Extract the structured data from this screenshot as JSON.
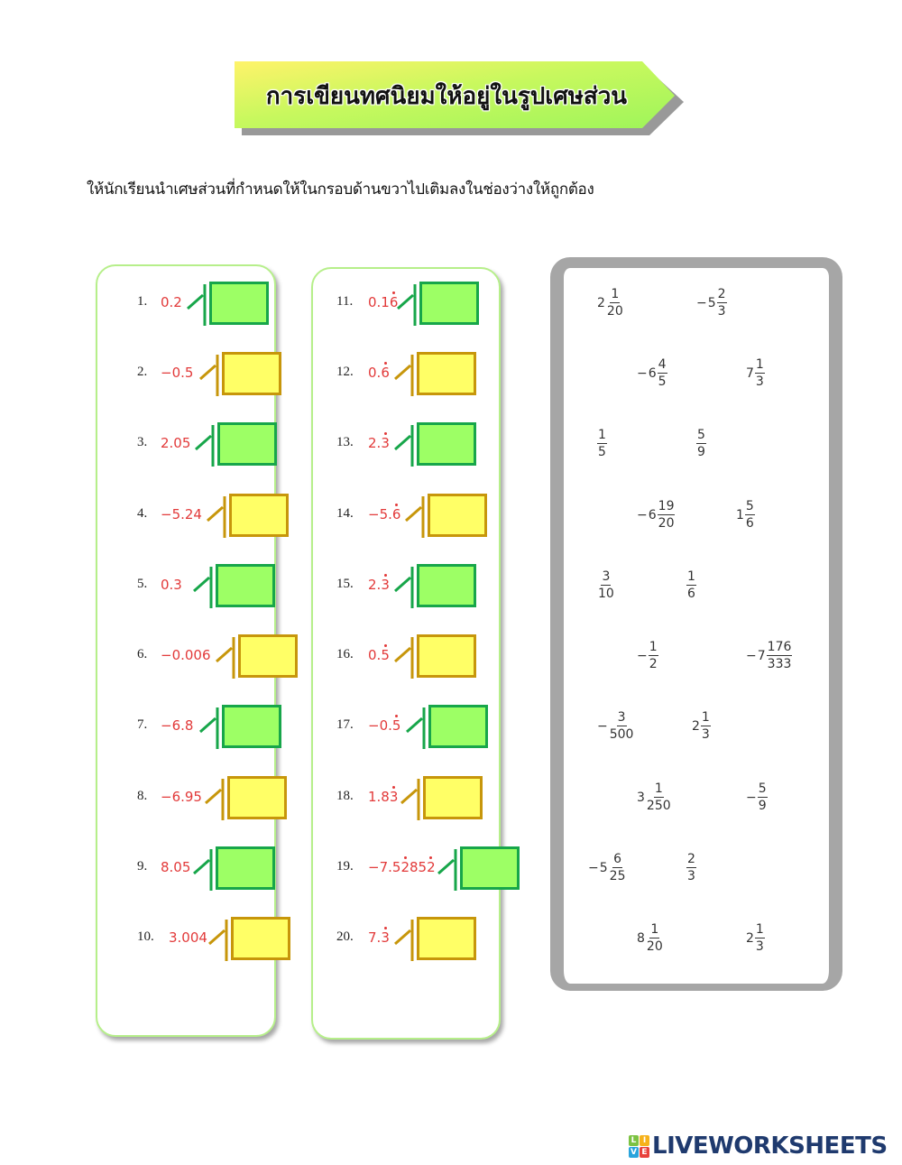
{
  "header": {
    "title": "การเขียนทศนิยมให้อยู่ในรูปเศษส่วน",
    "banner_colors": {
      "left": "#fff36a",
      "right": "#9ef55a"
    }
  },
  "instructions": "ให้นักเรียนนำเศษส่วนที่กำหนดให้ในกรอบด้านขวาไปเติมลงในช่องว่างให้ถูกต้อง",
  "colors": {
    "decimal_text": "#e23a3a",
    "green_box_fill": "#9dff65",
    "green_box_border": "#17a64a",
    "yellow_box_fill": "#ffff66",
    "yellow_box_border": "#c7960b",
    "answer_panel_border": "#a6a6a6",
    "column_panel_border": "#b6ef8a"
  },
  "questions": [
    {
      "num": "1.",
      "value": "0.2",
      "parts": [
        "0.2"
      ],
      "box": "green"
    },
    {
      "num": "2.",
      "value": "−0.5",
      "parts": [
        "−0.5"
      ],
      "box": "yellow"
    },
    {
      "num": "3.",
      "value": "2.05",
      "parts": [
        "2.05"
      ],
      "box": "green"
    },
    {
      "num": "4.",
      "value": "−5.24",
      "parts": [
        "−5.24"
      ],
      "box": "yellow"
    },
    {
      "num": "5.",
      "value": "0.3",
      "parts": [
        "0.3"
      ],
      "box": "green"
    },
    {
      "num": "6.",
      "value": "−0.006",
      "parts": [
        "−0.006"
      ],
      "box": "yellow"
    },
    {
      "num": "7.",
      "value": "−6.8",
      "parts": [
        "−6.8"
      ],
      "box": "green"
    },
    {
      "num": "8.",
      "value": "−6.95",
      "parts": [
        "−6.95"
      ],
      "box": "yellow"
    },
    {
      "num": "9.",
      "value": "8.05",
      "parts": [
        "8.05"
      ],
      "box": "green"
    },
    {
      "num": "10.",
      "value": "3.004",
      "parts": [
        "3.004"
      ],
      "box": "yellow"
    },
    {
      "num": "11.",
      "value": "0.16̇",
      "pre": "0.1",
      "rep": "6",
      "post": "",
      "box": "green"
    },
    {
      "num": "12.",
      "value": "0.6̇",
      "pre": "0.",
      "rep": "6",
      "post": "",
      "box": "yellow"
    },
    {
      "num": "13.",
      "value": "2.3̇",
      "pre": "2.",
      "rep": "3",
      "post": "",
      "box": "green"
    },
    {
      "num": "14.",
      "value": "−5.6̇",
      "pre": "−5.",
      "rep": "6",
      "post": "",
      "box": "yellow"
    },
    {
      "num": "15.",
      "value": "2.3̇",
      "pre": "2.",
      "rep": "3",
      "post": "",
      "box": "green"
    },
    {
      "num": "16.",
      "value": "0.5̇",
      "pre": "0.",
      "rep": "5",
      "post": "",
      "box": "yellow"
    },
    {
      "num": "17.",
      "value": "−0.5̇",
      "pre": "−0.",
      "rep": "5",
      "post": "",
      "box": "green"
    },
    {
      "num": "18.",
      "value": "1.83̇",
      "pre": "1.8",
      "rep": "3",
      "post": "",
      "box": "yellow"
    },
    {
      "num": "19.",
      "value": "−7.52̇85̇2",
      "pre": "−7.5",
      "rep": "2",
      "mid": "85",
      "rep2": "2",
      "post": "",
      "box": "green"
    },
    {
      "num": "20.",
      "value": "7.3̇",
      "pre": "7.",
      "rep": "3",
      "post": "",
      "box": "yellow"
    }
  ],
  "answer_bank": [
    {
      "sign": "",
      "whole": "2",
      "num": "1",
      "den": "20"
    },
    {
      "sign": "−",
      "whole": "5",
      "num": "2",
      "den": "3"
    },
    {
      "sign": "−",
      "whole": "6",
      "num": "4",
      "den": "5"
    },
    {
      "sign": "",
      "whole": "7",
      "num": "1",
      "den": "3"
    },
    {
      "sign": "",
      "whole": "",
      "num": "1",
      "den": "5"
    },
    {
      "sign": "",
      "whole": "",
      "num": "5",
      "den": "9"
    },
    {
      "sign": "−",
      "whole": "6",
      "num": "19",
      "den": "20"
    },
    {
      "sign": "",
      "whole": "1",
      "num": "5",
      "den": "6"
    },
    {
      "sign": "",
      "whole": "",
      "num": "3",
      "den": "10"
    },
    {
      "sign": "",
      "whole": "",
      "num": "1",
      "den": "6"
    },
    {
      "sign": "−",
      "whole": "",
      "num": "1",
      "den": "2"
    },
    {
      "sign": "−",
      "whole": "7",
      "num": "176",
      "den": "333"
    },
    {
      "sign": "−",
      "whole": "",
      "num": "3",
      "den": "500"
    },
    {
      "sign": "",
      "whole": "2",
      "num": "1",
      "den": "3"
    },
    {
      "sign": "",
      "whole": "3",
      "num": "1",
      "den": "250"
    },
    {
      "sign": "−",
      "whole": "",
      "num": "5",
      "den": "9"
    },
    {
      "sign": "−",
      "whole": "5",
      "num": "6",
      "den": "25"
    },
    {
      "sign": "",
      "whole": "",
      "num": "2",
      "den": "3"
    },
    {
      "sign": "",
      "whole": "8",
      "num": "1",
      "den": "20"
    },
    {
      "sign": "",
      "whole": "2",
      "num": "1",
      "den": "3"
    }
  ],
  "footer": {
    "logo_text": "LIVEWORKSHEETS",
    "logo_mark": [
      "L",
      "I",
      "V",
      "E"
    ]
  }
}
